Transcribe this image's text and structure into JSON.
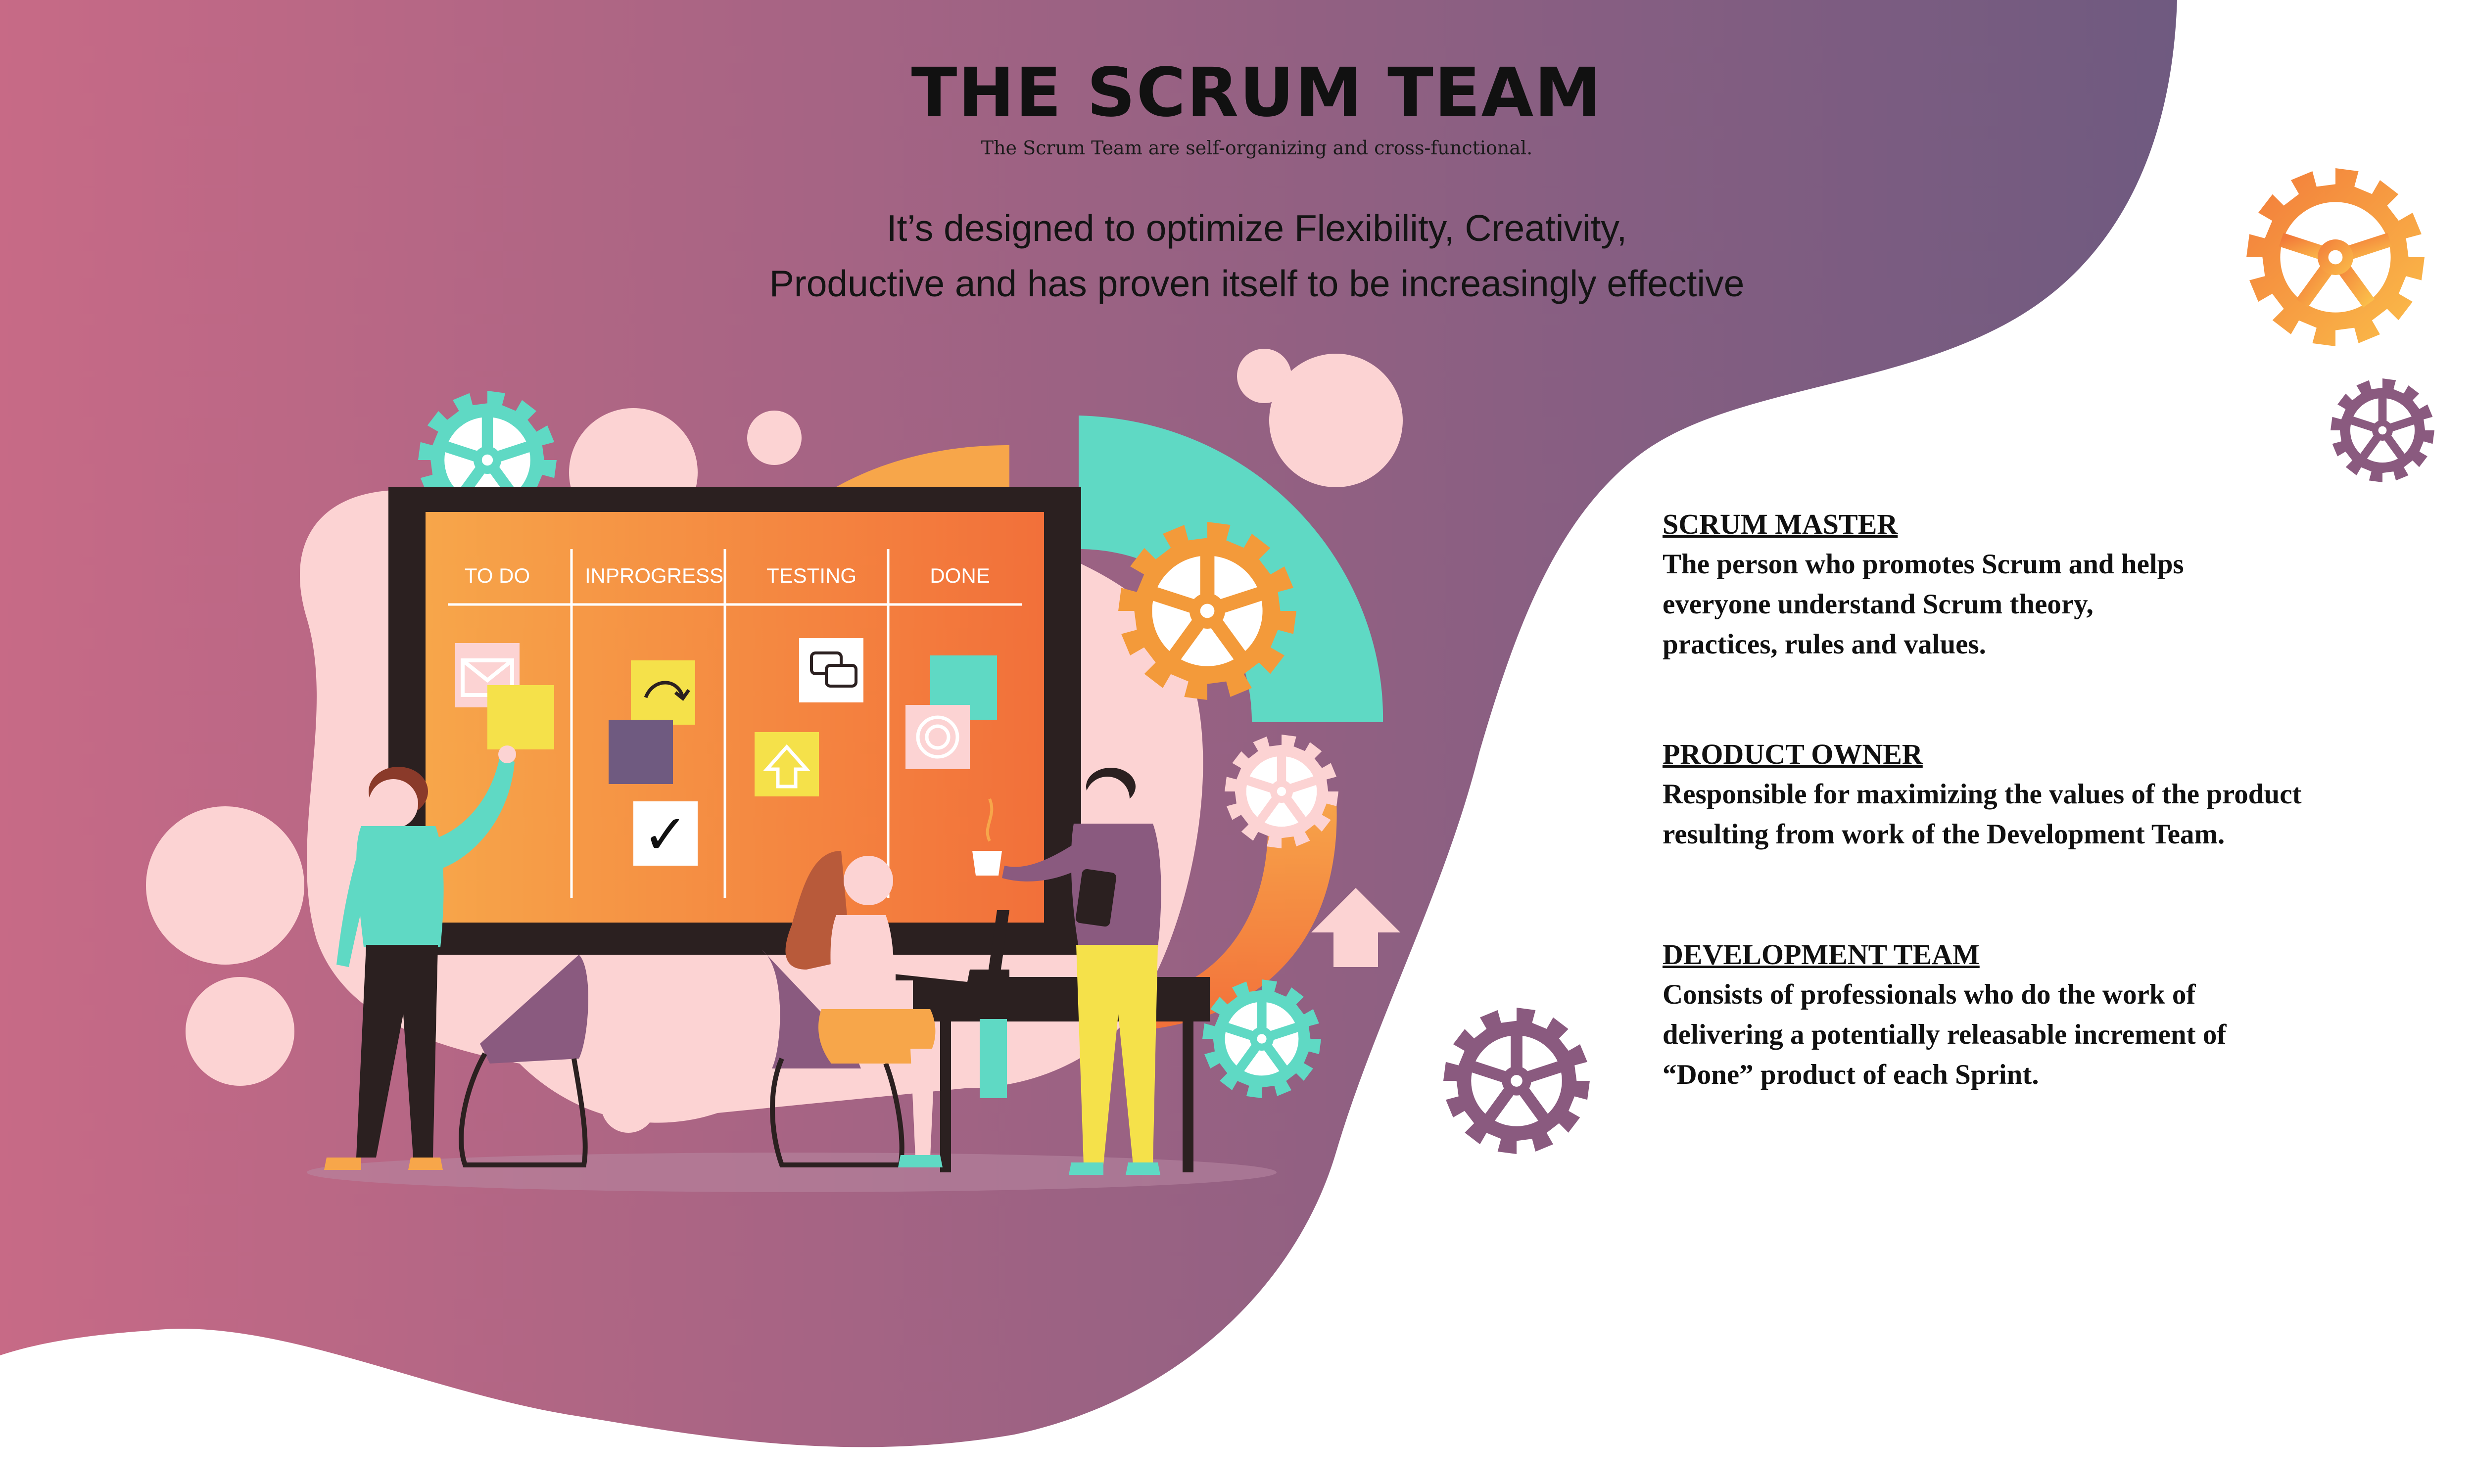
{
  "header": {
    "title": "THE SCRUM TEAM",
    "subtitle": "The Scrum Team are self-organizing and cross-functional.",
    "tagline_line1": "It’s designed to optimize Flexibility, Creativity,",
    "tagline_line2": "Productive and has proven itself to be increasingly effective"
  },
  "board": {
    "columns": [
      "TO DO",
      "INPROGRESS",
      "TESTING",
      "DONE"
    ],
    "check_mark": "✓"
  },
  "roles": [
    {
      "title": "SCRUM MASTER",
      "lines": [
        "The person who promotes Scrum and helps",
        "everyone understand Scrum theory,",
        "practices, rules and values."
      ]
    },
    {
      "title": "PRODUCT OWNER",
      "lines": [
        "Responsible for maximizing the values of the product",
        "resulting from work of the Development Team."
      ]
    },
    {
      "title": "DEVELOPMENT TEAM",
      "lines": [
        "Consists of professionals who do the work of",
        "delivering a potentially releasable increment of",
        "“Done” product of each Sprint."
      ]
    }
  ],
  "colors": {
    "blob_left": "#c76a86",
    "blob_right": "#6f5a80",
    "board_frame": "#2b2020",
    "board_orange_light": "#f7a64a",
    "board_orange_dark": "#f2703a",
    "teal": "#5fd9c4",
    "pink_light": "#fcd3d3",
    "gear_orange": "#f39a3a",
    "gear_purple": "#8a5a7f"
  },
  "icons": [
    "gear-icon",
    "mail-icon",
    "redo-arrow-icon",
    "chat-bubbles-icon",
    "up-arrow-icon",
    "checkbox-icon",
    "target-icon",
    "coffee-cup-icon",
    "tablet-icon",
    "laptop-icon"
  ]
}
